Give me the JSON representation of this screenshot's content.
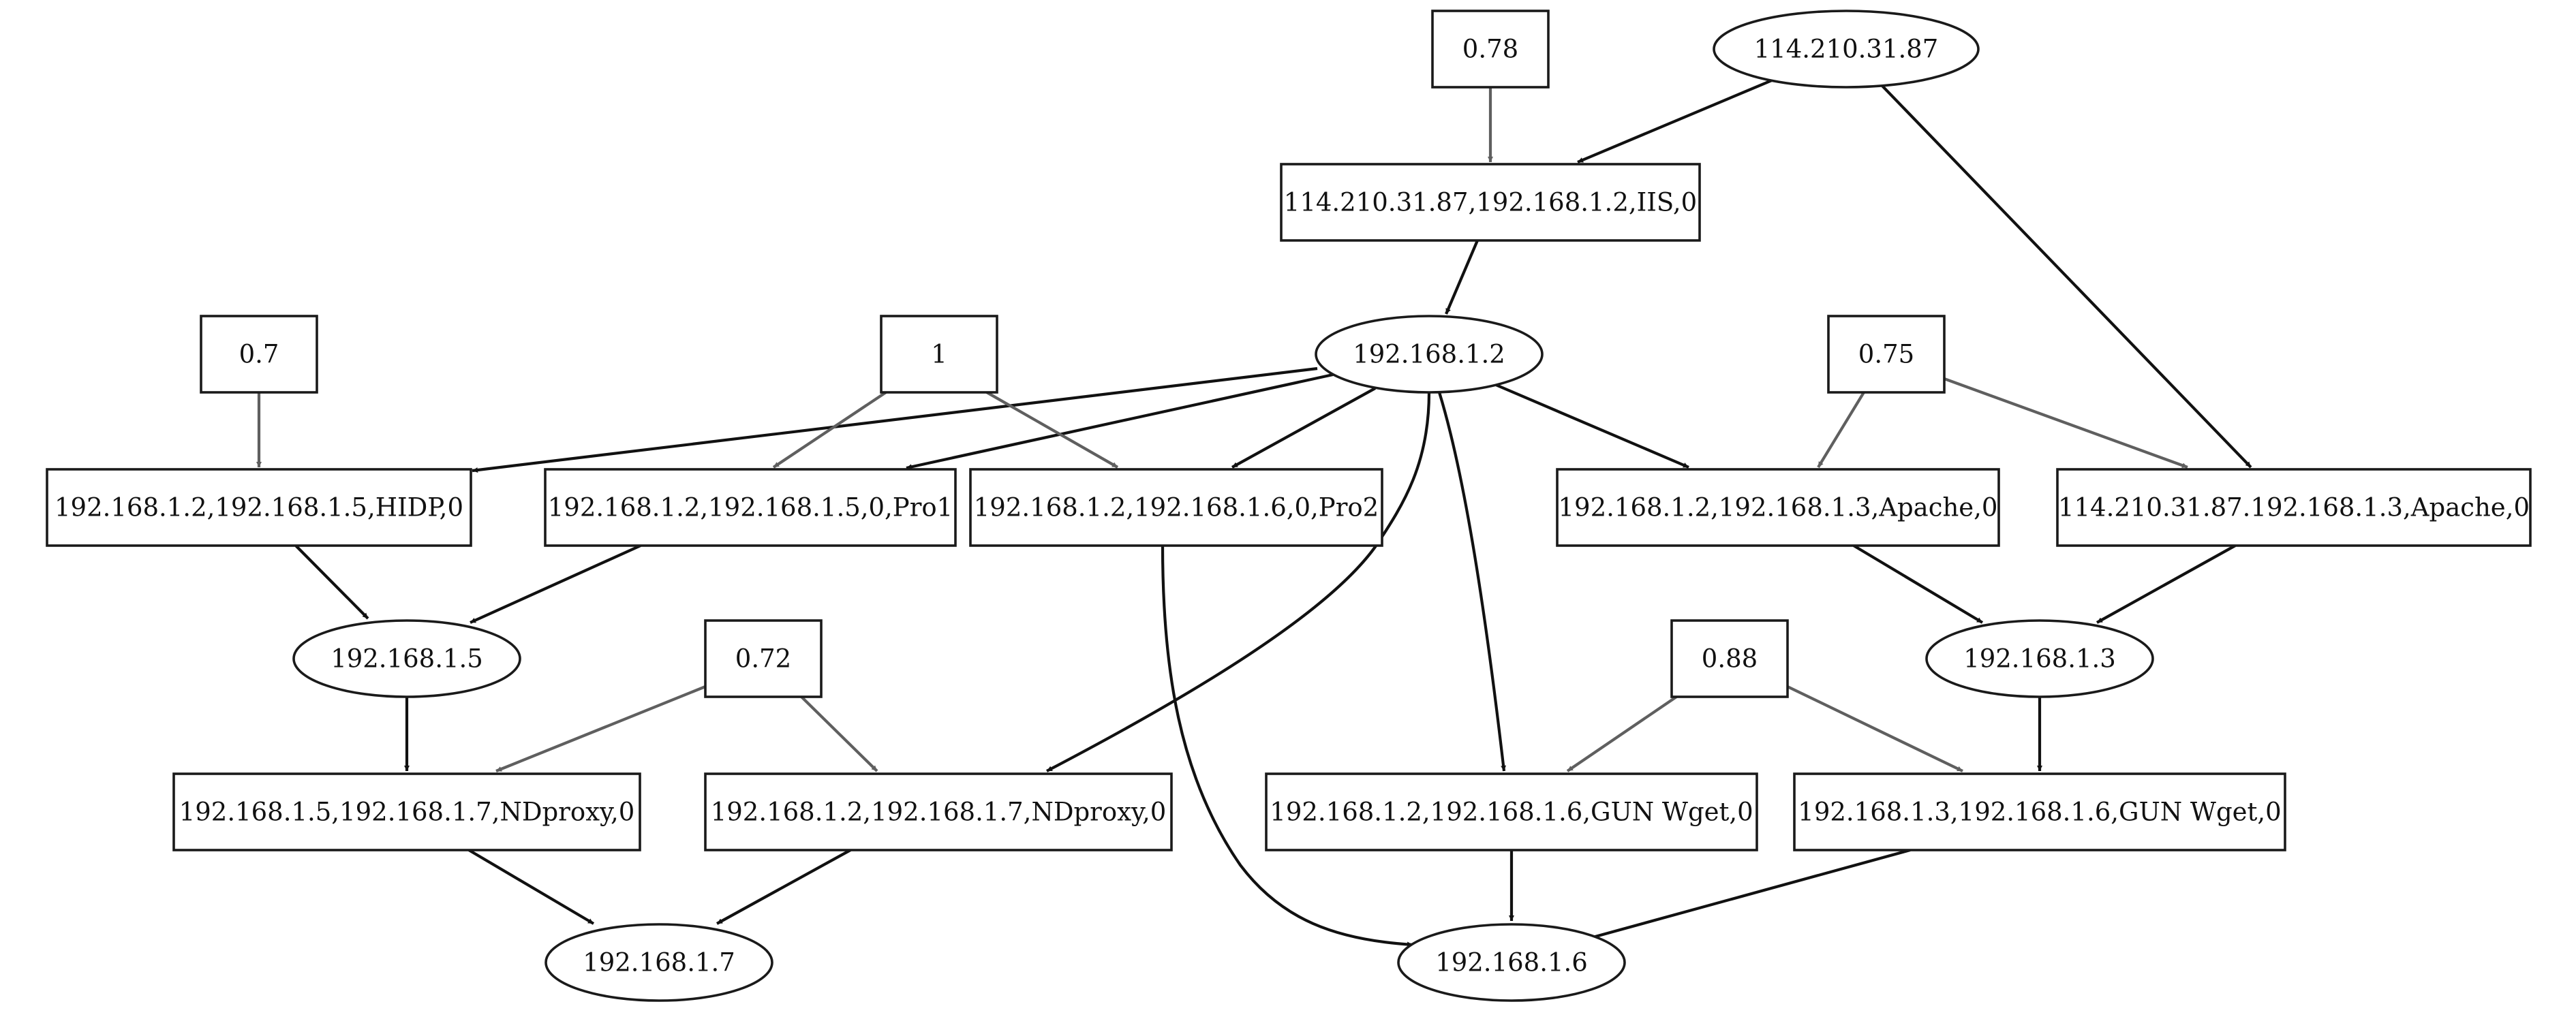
{
  "graph": {
    "nodes": [
      {
        "id": "n078",
        "label": "0.78",
        "shape": "box"
      },
      {
        "id": "ip_ext",
        "label": "114.210.31.87",
        "shape": "ellipse"
      },
      {
        "id": "iis",
        "label": "114.210.31.87,192.168.1.2,IIS,0",
        "shape": "box"
      },
      {
        "id": "ip2",
        "label": "192.168.1.2",
        "shape": "ellipse"
      },
      {
        "id": "n07",
        "label": "0.7",
        "shape": "box"
      },
      {
        "id": "n1",
        "label": "1",
        "shape": "box"
      },
      {
        "id": "n075",
        "label": "0.75",
        "shape": "box"
      },
      {
        "id": "hidp",
        "label": "192.168.1.2,192.168.1.5,HIDP,0",
        "shape": "box"
      },
      {
        "id": "pro1",
        "label": "192.168.1.2,192.168.1.5,0,Pro1",
        "shape": "box"
      },
      {
        "id": "pro2",
        "label": "192.168.1.2,192.168.1.6,0,Pro2",
        "shape": "box"
      },
      {
        "id": "apache2",
        "label": "192.168.1.2,192.168.1.3,Apache,0",
        "shape": "box"
      },
      {
        "id": "apache_ext",
        "label": "114.210.31.87.192.168.1.3,Apache,0",
        "shape": "box"
      },
      {
        "id": "ip5",
        "label": "192.168.1.5",
        "shape": "ellipse"
      },
      {
        "id": "n072",
        "label": "0.72",
        "shape": "box"
      },
      {
        "id": "n088",
        "label": "0.88",
        "shape": "box"
      },
      {
        "id": "ip3",
        "label": "192.168.1.3",
        "shape": "ellipse"
      },
      {
        "id": "ndp5",
        "label": "192.168.1.5,192.168.1.7,NDproxy,0",
        "shape": "box"
      },
      {
        "id": "ndp2",
        "label": "192.168.1.2,192.168.1.7,NDproxy,0",
        "shape": "box"
      },
      {
        "id": "wget2",
        "label": "192.168.1.2,192.168.1.6,GUN Wget,0",
        "shape": "box"
      },
      {
        "id": "wget3",
        "label": "192.168.1.3,192.168.1.6,GUN Wget,0",
        "shape": "box"
      },
      {
        "id": "ip7",
        "label": "192.168.1.7",
        "shape": "ellipse"
      },
      {
        "id": "ip6",
        "label": "192.168.1.6",
        "shape": "ellipse"
      }
    ],
    "edges": [
      {
        "id": "e_078_iis",
        "from": "n078",
        "to": "iis",
        "color": "#5f5f5f"
      },
      {
        "id": "e_ext_iis",
        "from": "ip_ext",
        "to": "iis",
        "color": "#111111"
      },
      {
        "id": "e_ext_apacheext",
        "from": "ip_ext",
        "to": "apache_ext",
        "color": "#111111"
      },
      {
        "id": "e_iis_ip2",
        "from": "iis",
        "to": "ip2",
        "color": "#111111"
      },
      {
        "id": "e_ip2_hidp",
        "from": "ip2",
        "to": "hidp",
        "color": "#111111"
      },
      {
        "id": "e_ip2_pro1",
        "from": "ip2",
        "to": "pro1",
        "color": "#111111"
      },
      {
        "id": "e_ip2_pro2",
        "from": "ip2",
        "to": "pro2",
        "color": "#111111"
      },
      {
        "id": "e_ip2_apache2",
        "from": "ip2",
        "to": "apache2",
        "color": "#111111"
      },
      {
        "id": "e_ip2_ndp2",
        "from": "ip2",
        "to": "ndp2",
        "color": "#111111"
      },
      {
        "id": "e_ip2_wget2",
        "from": "ip2",
        "to": "wget2",
        "color": "#111111"
      },
      {
        "id": "e_07_hidp",
        "from": "n07",
        "to": "hidp",
        "color": "#5f5f5f"
      },
      {
        "id": "e_1_pro1",
        "from": "n1",
        "to": "pro1",
        "color": "#5f5f5f"
      },
      {
        "id": "e_1_pro2",
        "from": "n1",
        "to": "pro2",
        "color": "#5f5f5f"
      },
      {
        "id": "e_075_apache2",
        "from": "n075",
        "to": "apache2",
        "color": "#5f5f5f"
      },
      {
        "id": "e_075_apacheext",
        "from": "n075",
        "to": "apache_ext",
        "color": "#5f5f5f"
      },
      {
        "id": "e_hidp_ip5",
        "from": "hidp",
        "to": "ip5",
        "color": "#111111"
      },
      {
        "id": "e_pro1_ip5",
        "from": "pro1",
        "to": "ip5",
        "color": "#111111"
      },
      {
        "id": "e_pro2_ip6",
        "from": "pro2",
        "to": "ip6",
        "color": "#111111"
      },
      {
        "id": "e_apache2_ip3",
        "from": "apache2",
        "to": "ip3",
        "color": "#111111"
      },
      {
        "id": "e_apacheext_ip3",
        "from": "apache_ext",
        "to": "ip3",
        "color": "#111111"
      },
      {
        "id": "e_ip5_ndp5",
        "from": "ip5",
        "to": "ndp5",
        "color": "#111111"
      },
      {
        "id": "e_072_ndp5",
        "from": "n072",
        "to": "ndp5",
        "color": "#5f5f5f"
      },
      {
        "id": "e_072_ndp2",
        "from": "n072",
        "to": "ndp2",
        "color": "#5f5f5f"
      },
      {
        "id": "e_088_wget2",
        "from": "n088",
        "to": "wget2",
        "color": "#5f5f5f"
      },
      {
        "id": "e_088_wget3",
        "from": "n088",
        "to": "wget3",
        "color": "#5f5f5f"
      },
      {
        "id": "e_ip3_wget3",
        "from": "ip3",
        "to": "wget3",
        "color": "#111111"
      },
      {
        "id": "e_ndp5_ip7",
        "from": "ndp5",
        "to": "ip7",
        "color": "#111111"
      },
      {
        "id": "e_ndp2_ip7",
        "from": "ndp2",
        "to": "ip7",
        "color": "#111111"
      },
      {
        "id": "e_wget2_ip6",
        "from": "wget2",
        "to": "ip6",
        "color": "#111111"
      },
      {
        "id": "e_wget3_ip6",
        "from": "wget3",
        "to": "ip6",
        "color": "#111111"
      }
    ]
  }
}
